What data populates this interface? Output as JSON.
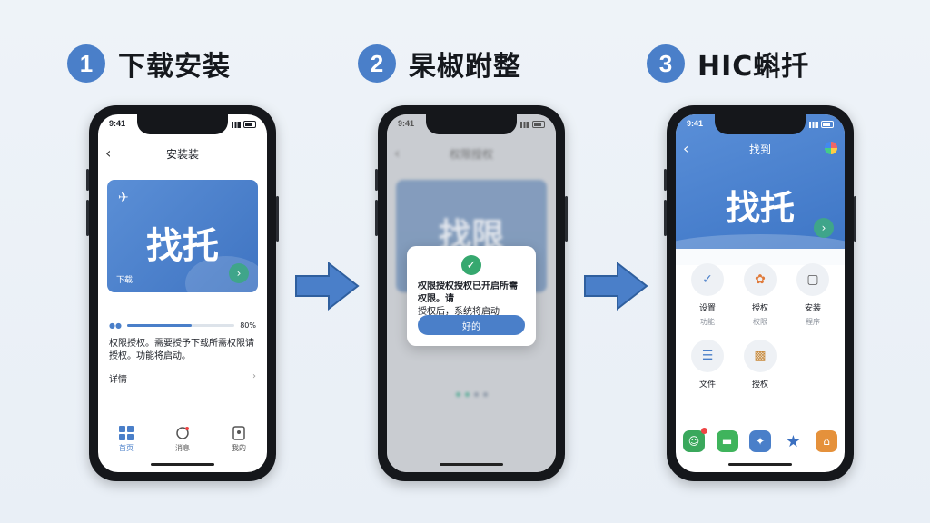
{
  "steps": [
    {
      "num": "1",
      "title": "下载安装"
    },
    {
      "num": "2",
      "title": "杲椒跗整"
    },
    {
      "num": "3",
      "title": "HIC蝌扦"
    }
  ],
  "status_time": "9:41",
  "phone1": {
    "nav_title": "安装装",
    "banner_text": "找托",
    "banner_footer": "下载",
    "progress_pct": 0.6,
    "progress_label": "80%",
    "description": "权限授权。需要授予下载所需权限请授权。功能将启动。",
    "row_label": "详情",
    "tabs": [
      {
        "label": "首页",
        "icon": "grid-icon"
      },
      {
        "label": "消息",
        "icon": "chat-icon"
      },
      {
        "label": "我的",
        "icon": "profile-icon"
      }
    ]
  },
  "phone2": {
    "nav_title": "权限授权",
    "banner_text": "找限",
    "dialog_message": "权限授权授权已开启所需权限。请",
    "dialog_sub": "授权后，系统将启动",
    "dialog_button": "好的"
  },
  "phone3": {
    "nav_title": "找到",
    "banner_text": "找托",
    "apps": [
      {
        "label": "设置",
        "sub": "功能",
        "icon": "check-icon",
        "color": "#4a7fc9"
      },
      {
        "label": "授权",
        "sub": "权限",
        "icon": "flower-icon",
        "color": "#e07a3a"
      },
      {
        "label": "安装",
        "sub": "程序",
        "icon": "document-icon",
        "color": "#555"
      },
      {
        "label": "文件",
        "sub": "",
        "icon": "list-icon",
        "color": "#4a7fc9"
      },
      {
        "label": "授权",
        "sub": "",
        "icon": "image-icon",
        "color": "#c98a3a"
      }
    ]
  },
  "colors": {
    "accent": "#4a7fc9",
    "green": "#3fa58a"
  }
}
